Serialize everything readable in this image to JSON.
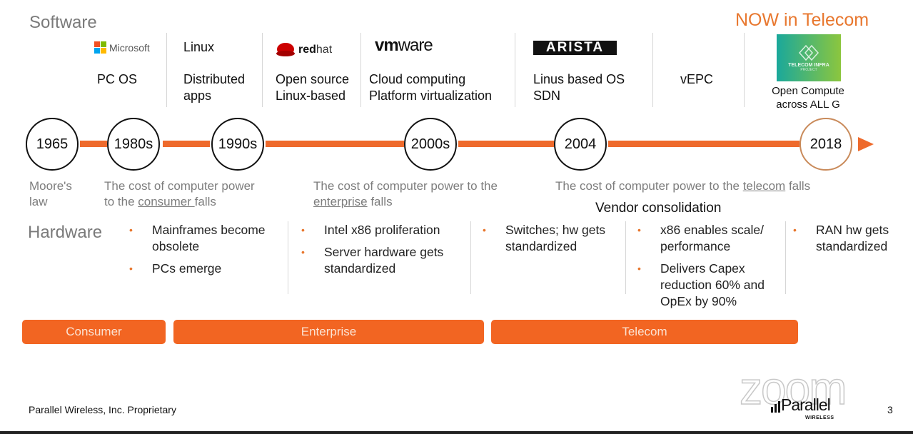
{
  "slide": {
    "software_title": "Software",
    "now_title": "NOW in Telecom",
    "hardware_title": "Hardware",
    "vendor_consolidation": "Vendor consolidation",
    "footer_text": "Parallel Wireless, Inc. Proprietary",
    "page_number": "3",
    "watermark": "zoom",
    "brand": {
      "name": "Parallel",
      "sub": "WIRELESS"
    },
    "accent_color": "#ee6a2c"
  },
  "software": [
    {
      "logo": "Microsoft",
      "caption_1": "PC OS",
      "caption_2": ""
    },
    {
      "logo": "Linux",
      "caption_1": "Distributed",
      "caption_2": "apps"
    },
    {
      "logo_bold": "red",
      "logo_light": "hat",
      "caption_1": "Open source",
      "caption_2": "Linux-based"
    },
    {
      "logo_bold": "vm",
      "logo_light": "ware",
      "caption_1": "Cloud computing",
      "caption_2": "Platform virtualization"
    },
    {
      "logo": "ARISTA",
      "caption_1": "Linus based OS",
      "caption_2": "SDN"
    },
    {
      "logo": "",
      "caption_1": "vEPC",
      "caption_2": ""
    },
    {
      "logo": "TELECOM INFRA",
      "logo_sub": "PROJECT",
      "caption_1": "Open Compute",
      "caption_2": "across ALL G"
    }
  ],
  "timeline": [
    "1965",
    "1980s",
    "1990s",
    "2000s",
    "2004",
    "2018"
  ],
  "notes": {
    "moores_1": "Moore's",
    "moores_2": "law",
    "consumer_a": "The cost of computer power",
    "consumer_b": "to the ",
    "consumer_u": "consumer ",
    "consumer_c": "falls",
    "enterprise_a": "The cost of computer power to the",
    "enterprise_u": "enterprise",
    "enterprise_c": " falls",
    "telecom_a": "The cost of computer power to the ",
    "telecom_u": "telecom",
    "telecom_c": " falls"
  },
  "hardware": [
    [
      "Mainframes become obsolete",
      "PCs emerge"
    ],
    [
      "Intel x86 proliferation",
      "Server hardware gets standardized"
    ],
    [
      "Switches; hw gets standardized"
    ],
    [
      "x86 enables scale/ performance",
      "Delivers Capex reduction 60% and OpEx by 90%"
    ],
    [
      "RAN hw gets standardized"
    ]
  ],
  "eras": [
    "Consumer",
    "Enterprise",
    "Telecom"
  ]
}
